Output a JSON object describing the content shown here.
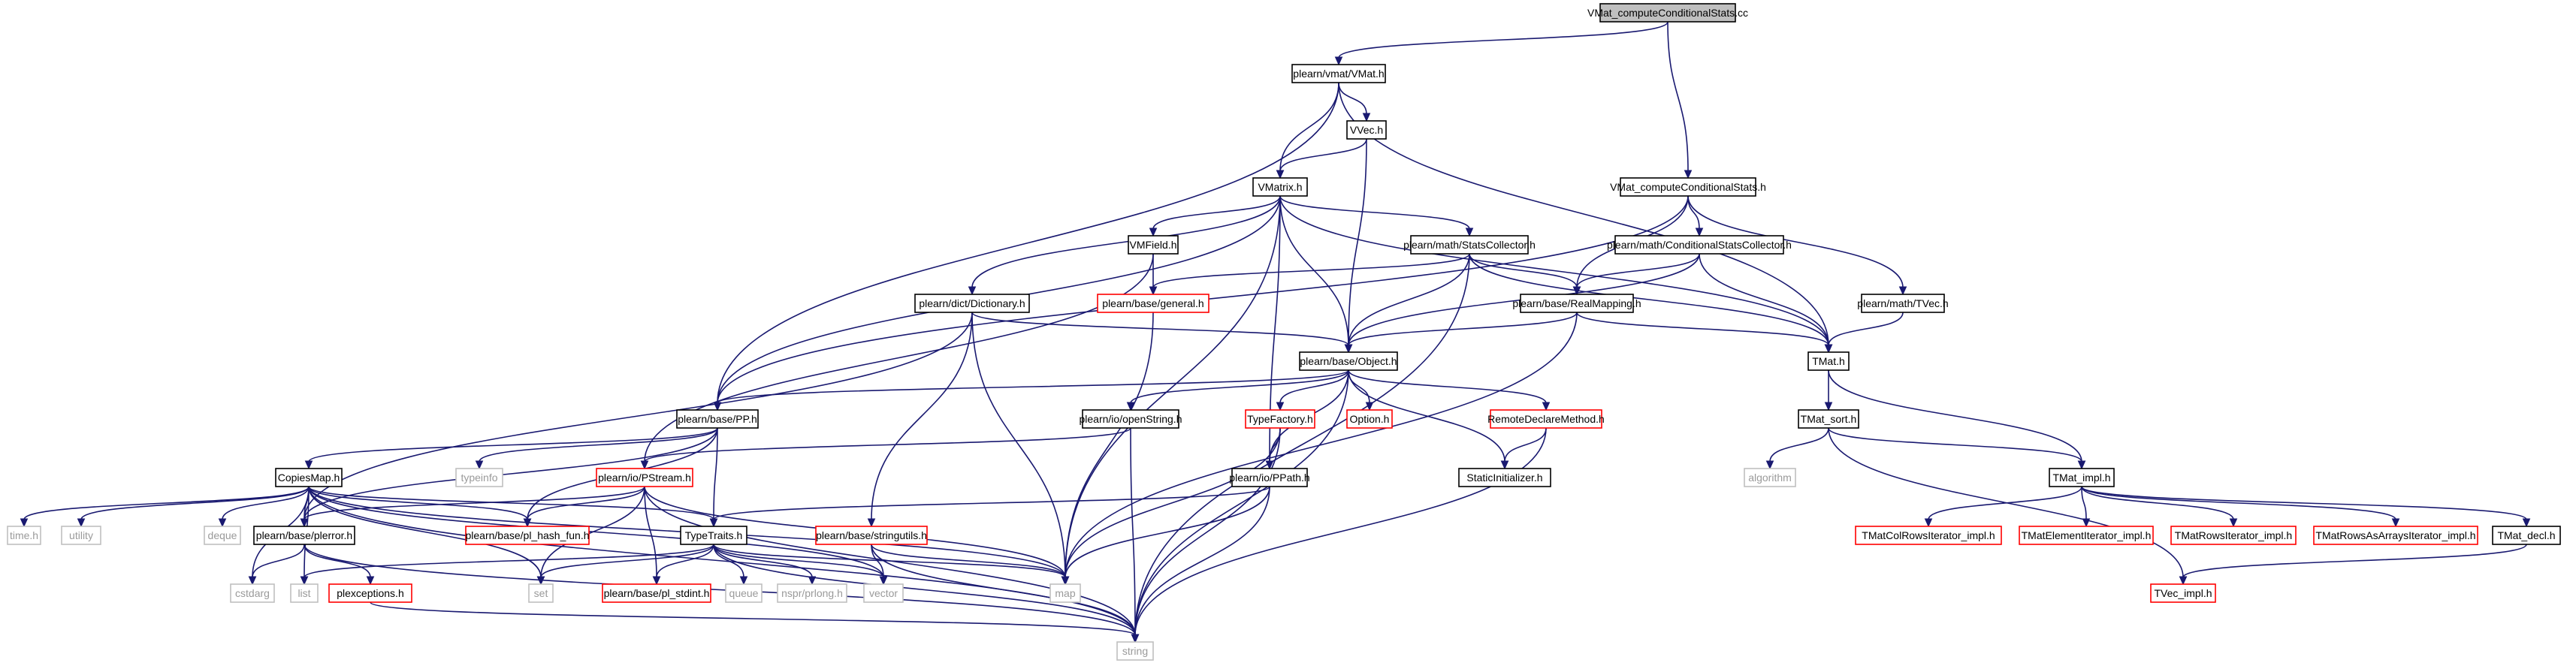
{
  "colors": {
    "edge": "#191970",
    "node_border": "#000000",
    "truncated_border": "#ff0000",
    "system_border": "#bfbfbf",
    "root_fill": "#bfbfbf"
  },
  "nodes": {
    "root": "VMat_computeConditionalStats.cc",
    "vmat_h": "plearn/vmat/VMat.h",
    "vvec_h": "VVec.h",
    "vmatrix_h": "VMatrix.h",
    "vmat_ccs_h": "VMat_computeConditionalStats.h",
    "vmfield_h": "VMField.h",
    "statscollector_h": "plearn/math/StatsCollector.h",
    "condstats_h": "plearn/math/ConditionalStatsCollector.h",
    "general_h": "plearn/base/general.h",
    "dictionary_h": "plearn/dict/Dictionary.h",
    "realmapping_h": "plearn/base/RealMapping.h",
    "tvec_h": "plearn/math/TVec.h",
    "object_h": "plearn/base/Object.h",
    "tmat_h": "TMat.h",
    "pp_h": "plearn/base/PP.h",
    "openstring_h": "plearn/io/openString.h",
    "typefactory_h": "TypeFactory.h",
    "option_h": "Option.h",
    "remotedeclare_h": "RemoteDeclareMethod.h",
    "tmat_sort_h": "TMat_sort.h",
    "typeinfo": "typeinfo",
    "pstream_h": "plearn/io/PStream.h",
    "ppath_h": "plearn/io/PPath.h",
    "staticinit_h": "StaticInitializer.h",
    "algorithm": "algorithm",
    "tmat_impl_h": "TMat_impl.h",
    "copiesmap_h": "CopiesMap.h",
    "time_h": "time.h",
    "utility": "utility",
    "deque": "deque",
    "plerror_h": "plearn/base/plerror.h",
    "pl_hash_fun_h": "plearn/base/pl_hash_fun.h",
    "typetraits_h": "TypeTraits.h",
    "stringutils_h": "plearn/base/stringutils.h",
    "tmatcol_h": "TMatColRowsIterator_impl.h",
    "tmatelem_h": "TMatElementIterator_impl.h",
    "tmatrows_h": "TMatRowsIterator_impl.h",
    "tmatrowsarr_h": "TMatRowsAsArraysIterator_impl.h",
    "tmat_decl_h": "TMat_decl.h",
    "cstdarg": "cstdarg",
    "list": "list",
    "set": "set",
    "pl_stdint_h": "plearn/base/pl_stdint.h",
    "queue": "queue",
    "prlong_h": "nspr/prlong.h",
    "vector": "vector",
    "map": "map",
    "plexceptions_h": "plexceptions.h",
    "tvec_impl_h": "TVec_impl.h",
    "string": "string"
  }
}
